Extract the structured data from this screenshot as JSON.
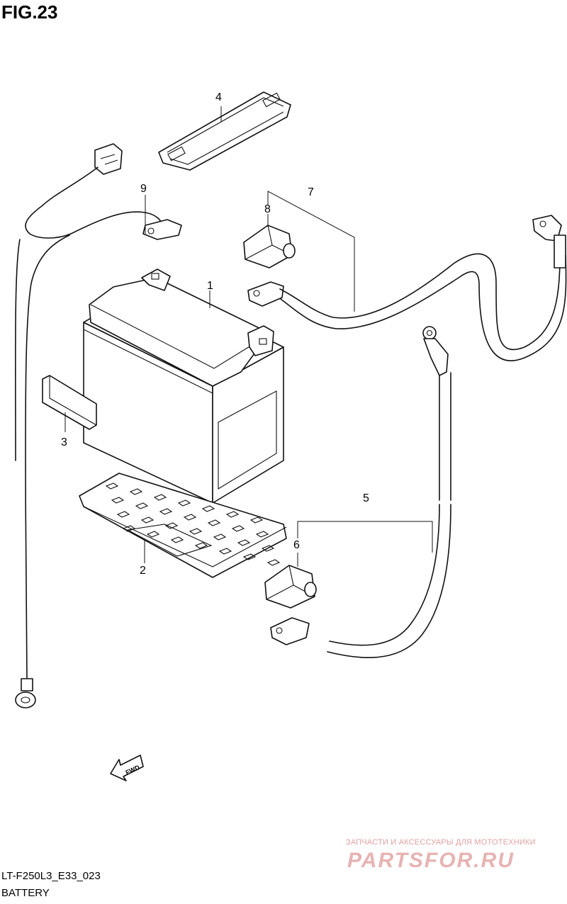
{
  "figure": {
    "title": "FIG.23",
    "code": "LT-F250L3_E33_023",
    "caption": "BATTERY"
  },
  "callouts": {
    "p1": "1",
    "p2": "2",
    "p3": "3",
    "p4": "4",
    "p5": "5",
    "p6": "6",
    "p7": "7",
    "p8": "8",
    "p9": "9"
  },
  "fwd_label": "FWD",
  "watermark": {
    "subtitle": "ЗАПЧАСТИ И АКСЕССУАРЫ ДЛЯ МОТОТЕХНИКИ",
    "brand": "PARTSFOR.RU",
    "color": "#e7b3b3"
  }
}
